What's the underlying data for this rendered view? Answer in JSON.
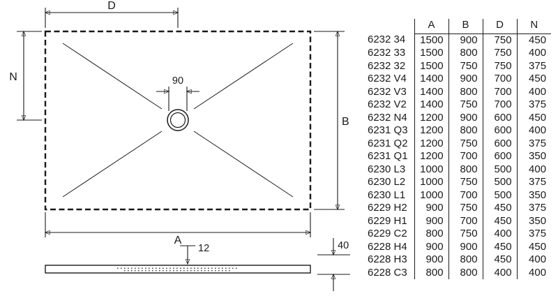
{
  "colors": {
    "ink": "#1a1a1a",
    "line": "#1a1a1a",
    "background": "#ffffff"
  },
  "drawing": {
    "labels": {
      "dim_d": "D",
      "dim_n": "N",
      "dim_b": "B",
      "dim_a": "A",
      "drain_diameter": "90",
      "tray_thickness": "12",
      "total_height": "40"
    }
  },
  "table": {
    "model_header": "",
    "headers": [
      "A",
      "B",
      "D",
      "N"
    ],
    "rows": [
      {
        "model": "6232 34",
        "values": [
          "1500",
          "900",
          "750",
          "450"
        ]
      },
      {
        "model": "6232 33",
        "values": [
          "1500",
          "800",
          "750",
          "400"
        ]
      },
      {
        "model": "6232 32",
        "values": [
          "1500",
          "750",
          "750",
          "375"
        ]
      },
      {
        "model": "6232 V4",
        "values": [
          "1400",
          "900",
          "700",
          "450"
        ]
      },
      {
        "model": "6232 V3",
        "values": [
          "1400",
          "800",
          "700",
          "400"
        ]
      },
      {
        "model": "6232 V2",
        "values": [
          "1400",
          "750",
          "700",
          "375"
        ]
      },
      {
        "model": "6232 N4",
        "values": [
          "1200",
          "900",
          "600",
          "450"
        ]
      },
      {
        "model": "6231 Q3",
        "values": [
          "1200",
          "800",
          "600",
          "400"
        ]
      },
      {
        "model": "6231 Q2",
        "values": [
          "1200",
          "750",
          "600",
          "375"
        ]
      },
      {
        "model": "6231 Q1",
        "values": [
          "1200",
          "700",
          "600",
          "350"
        ]
      },
      {
        "model": "6230 L3",
        "values": [
          "1000",
          "800",
          "500",
          "400"
        ]
      },
      {
        "model": "6230 L2",
        "values": [
          "1000",
          "750",
          "500",
          "375"
        ]
      },
      {
        "model": "6230 L1",
        "values": [
          "1000",
          "700",
          "500",
          "350"
        ]
      },
      {
        "model": "6229 H2",
        "values": [
          "900",
          "750",
          "450",
          "375"
        ]
      },
      {
        "model": "6229 H1",
        "values": [
          "900",
          "700",
          "450",
          "350"
        ]
      },
      {
        "model": "6229 C2",
        "values": [
          "800",
          "750",
          "400",
          "375"
        ]
      },
      {
        "model": "6228 H4",
        "values": [
          "900",
          "900",
          "450",
          "450"
        ]
      },
      {
        "model": "6228 H3",
        "values": [
          "900",
          "800",
          "450",
          "400"
        ]
      },
      {
        "model": "6228 C3",
        "values": [
          "800",
          "800",
          "400",
          "400"
        ]
      }
    ]
  }
}
